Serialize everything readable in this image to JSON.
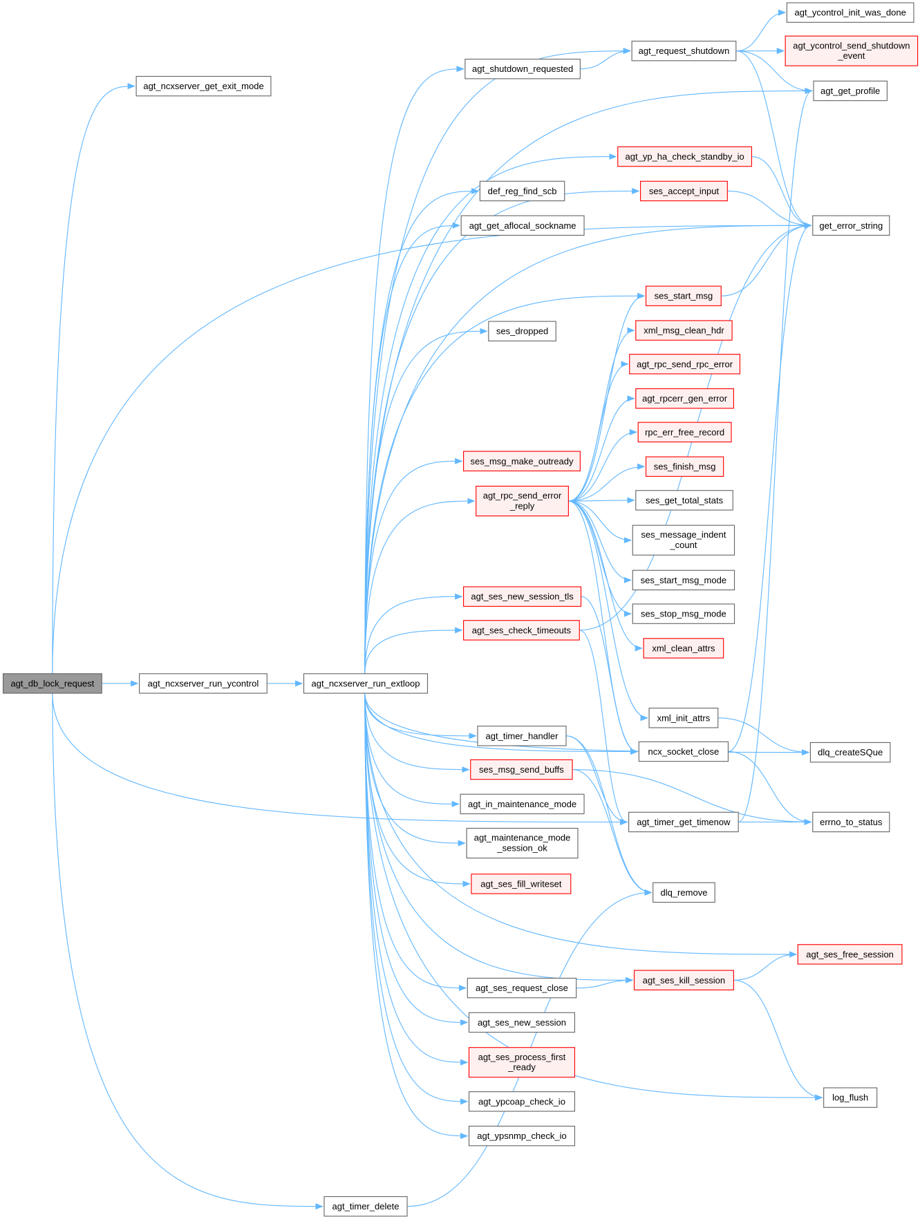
{
  "colors": {
    "edge": "#63B8FF",
    "root_fill": "#999999",
    "root_stroke": "#666666",
    "node_stroke": "#666666",
    "red_fill": "#FFF0F0",
    "red_stroke": "#FF0000"
  },
  "nodes": [
    {
      "id": "db_lock",
      "lines": [
        "agt_db_lock_request"
      ],
      "kind": "root"
    },
    {
      "id": "exit_mode",
      "lines": [
        "agt_ncxserver_get_exit_mode"
      ],
      "kind": "normal"
    },
    {
      "id": "ycontrol",
      "lines": [
        "agt_ncxserver_run_ycontrol"
      ],
      "kind": "normal"
    },
    {
      "id": "extloop",
      "lines": [
        "agt_ncxserver_run_extloop"
      ],
      "kind": "normal"
    },
    {
      "id": "timer_delete",
      "lines": [
        "agt_timer_delete"
      ],
      "kind": "normal"
    },
    {
      "id": "shutdown_req",
      "lines": [
        "agt_shutdown_requested"
      ],
      "kind": "normal"
    },
    {
      "id": "def_reg",
      "lines": [
        "def_reg_find_scb"
      ],
      "kind": "normal"
    },
    {
      "id": "aflocal",
      "lines": [
        "agt_get_aflocal_sockname"
      ],
      "kind": "normal"
    },
    {
      "id": "ses_dropped",
      "lines": [
        "ses_dropped"
      ],
      "kind": "normal"
    },
    {
      "id": "outready",
      "lines": [
        "ses_msg_make_outready"
      ],
      "kind": "red"
    },
    {
      "id": "err_reply",
      "lines": [
        "agt_rpc_send_error",
        "_reply"
      ],
      "kind": "red"
    },
    {
      "id": "new_tls",
      "lines": [
        "agt_ses_new_session_tls"
      ],
      "kind": "red"
    },
    {
      "id": "check_to",
      "lines": [
        "agt_ses_check_timeouts"
      ],
      "kind": "red"
    },
    {
      "id": "timer_handler",
      "lines": [
        "agt_timer_handler"
      ],
      "kind": "normal"
    },
    {
      "id": "send_buffs",
      "lines": [
        "ses_msg_send_buffs"
      ],
      "kind": "red"
    },
    {
      "id": "in_maint",
      "lines": [
        "agt_in_maintenance_mode"
      ],
      "kind": "normal"
    },
    {
      "id": "maint_ok",
      "lines": [
        "agt_maintenance_mode",
        "_session_ok"
      ],
      "kind": "normal"
    },
    {
      "id": "fill_ws",
      "lines": [
        "agt_ses_fill_writeset"
      ],
      "kind": "red"
    },
    {
      "id": "req_close",
      "lines": [
        "agt_ses_request_close"
      ],
      "kind": "normal"
    },
    {
      "id": "new_session",
      "lines": [
        "agt_ses_new_session"
      ],
      "kind": "normal"
    },
    {
      "id": "first_ready",
      "lines": [
        "agt_ses_process_first",
        "_ready"
      ],
      "kind": "red"
    },
    {
      "id": "ypcoap",
      "lines": [
        "agt_ypcoap_check_io"
      ],
      "kind": "normal"
    },
    {
      "id": "ypsnmp",
      "lines": [
        "agt_ypsnmp_check_io"
      ],
      "kind": "normal"
    },
    {
      "id": "req_shutdown",
      "lines": [
        "agt_request_shutdown"
      ],
      "kind": "normal"
    },
    {
      "id": "yp_ha",
      "lines": [
        "agt_yp_ha_check_standby_io"
      ],
      "kind": "red"
    },
    {
      "id": "accept_input",
      "lines": [
        "ses_accept_input"
      ],
      "kind": "red"
    },
    {
      "id": "start_msg",
      "lines": [
        "ses_start_msg"
      ],
      "kind": "red"
    },
    {
      "id": "clean_hdr",
      "lines": [
        "xml_msg_clean_hdr"
      ],
      "kind": "red"
    },
    {
      "id": "rpc_error",
      "lines": [
        "agt_rpc_send_rpc_error"
      ],
      "kind": "red"
    },
    {
      "id": "gen_error",
      "lines": [
        "agt_rpcerr_gen_error"
      ],
      "kind": "red"
    },
    {
      "id": "free_record",
      "lines": [
        "rpc_err_free_record"
      ],
      "kind": "red"
    },
    {
      "id": "finish_msg",
      "lines": [
        "ses_finish_msg"
      ],
      "kind": "red"
    },
    {
      "id": "total_stats",
      "lines": [
        "ses_get_total_stats"
      ],
      "kind": "normal"
    },
    {
      "id": "indent",
      "lines": [
        "ses_message_indent",
        "_count"
      ],
      "kind": "normal"
    },
    {
      "id": "start_mode",
      "lines": [
        "ses_start_msg_mode"
      ],
      "kind": "normal"
    },
    {
      "id": "stop_mode",
      "lines": [
        "ses_stop_msg_mode"
      ],
      "kind": "normal"
    },
    {
      "id": "clean_attrs",
      "lines": [
        "xml_clean_attrs"
      ],
      "kind": "red"
    },
    {
      "id": "init_attrs",
      "lines": [
        "xml_init_attrs"
      ],
      "kind": "normal"
    },
    {
      "id": "sock_close",
      "lines": [
        "ncx_socket_close"
      ],
      "kind": "normal"
    },
    {
      "id": "timenow",
      "lines": [
        "agt_timer_get_timenow"
      ],
      "kind": "normal"
    },
    {
      "id": "dlq_remove",
      "lines": [
        "dlq_remove"
      ],
      "kind": "normal"
    },
    {
      "id": "kill",
      "lines": [
        "agt_ses_kill_session"
      ],
      "kind": "red"
    },
    {
      "id": "init_done",
      "lines": [
        "agt_ycontrol_init_was_done"
      ],
      "kind": "normal"
    },
    {
      "id": "shutdown_evt",
      "lines": [
        "agt_ycontrol_send_shutdown",
        "_event"
      ],
      "kind": "red"
    },
    {
      "id": "get_profile",
      "lines": [
        "agt_get_profile"
      ],
      "kind": "normal"
    },
    {
      "id": "err_string",
      "lines": [
        "get_error_string"
      ],
      "kind": "normal"
    },
    {
      "id": "createSQue",
      "lines": [
        "dlq_createSQue"
      ],
      "kind": "normal"
    },
    {
      "id": "errno",
      "lines": [
        "errno_to_status"
      ],
      "kind": "normal"
    },
    {
      "id": "free_session",
      "lines": [
        "agt_ses_free_session"
      ],
      "kind": "red"
    },
    {
      "id": "log_flush",
      "lines": [
        "log_flush"
      ],
      "kind": "normal"
    }
  ],
  "edges": [
    [
      "db_lock",
      "exit_mode"
    ],
    [
      "db_lock",
      "ycontrol"
    ],
    [
      "db_lock",
      "err_string"
    ],
    [
      "db_lock",
      "timenow"
    ],
    [
      "db_lock",
      "timer_delete"
    ],
    [
      "ycontrol",
      "extloop"
    ],
    [
      "extloop",
      "shutdown_req"
    ],
    [
      "extloop",
      "req_shutdown"
    ],
    [
      "extloop",
      "get_profile"
    ],
    [
      "extloop",
      "yp_ha"
    ],
    [
      "extloop",
      "def_reg"
    ],
    [
      "extloop",
      "aflocal"
    ],
    [
      "extloop",
      "accept_input"
    ],
    [
      "extloop",
      "err_string"
    ],
    [
      "extloop",
      "ses_dropped"
    ],
    [
      "extloop",
      "start_msg"
    ],
    [
      "extloop",
      "outready"
    ],
    [
      "extloop",
      "err_reply"
    ],
    [
      "extloop",
      "new_tls"
    ],
    [
      "extloop",
      "check_to"
    ],
    [
      "extloop",
      "sock_close"
    ],
    [
      "extloop",
      "createSQue"
    ],
    [
      "extloop",
      "timer_handler"
    ],
    [
      "extloop",
      "send_buffs"
    ],
    [
      "extloop",
      "in_maint"
    ],
    [
      "extloop",
      "maint_ok"
    ],
    [
      "extloop",
      "fill_ws"
    ],
    [
      "extloop",
      "free_session"
    ],
    [
      "extloop",
      "kill"
    ],
    [
      "extloop",
      "req_close"
    ],
    [
      "extloop",
      "new_session"
    ],
    [
      "extloop",
      "first_ready"
    ],
    [
      "extloop",
      "ypcoap"
    ],
    [
      "extloop",
      "ypsnmp"
    ],
    [
      "extloop",
      "log_flush"
    ],
    [
      "shutdown_req",
      "req_shutdown"
    ],
    [
      "req_shutdown",
      "init_done"
    ],
    [
      "req_shutdown",
      "shutdown_evt"
    ],
    [
      "req_shutdown",
      "get_profile"
    ],
    [
      "req_shutdown",
      "err_string"
    ],
    [
      "yp_ha",
      "err_string"
    ],
    [
      "accept_input",
      "err_string"
    ],
    [
      "start_msg",
      "err_string"
    ],
    [
      "err_reply",
      "start_msg"
    ],
    [
      "err_reply",
      "clean_hdr"
    ],
    [
      "err_reply",
      "rpc_error"
    ],
    [
      "err_reply",
      "gen_error"
    ],
    [
      "err_reply",
      "free_record"
    ],
    [
      "err_reply",
      "finish_msg"
    ],
    [
      "err_reply",
      "total_stats"
    ],
    [
      "err_reply",
      "indent"
    ],
    [
      "err_reply",
      "start_mode"
    ],
    [
      "err_reply",
      "stop_mode"
    ],
    [
      "err_reply",
      "clean_attrs"
    ],
    [
      "err_reply",
      "init_attrs"
    ],
    [
      "err_reply",
      "sock_close"
    ],
    [
      "new_tls",
      "sock_close"
    ],
    [
      "check_to",
      "err_string"
    ],
    [
      "check_to",
      "timenow"
    ],
    [
      "init_attrs",
      "createSQue"
    ],
    [
      "sock_close",
      "err_string"
    ],
    [
      "sock_close",
      "errno"
    ],
    [
      "timer_handler",
      "timenow"
    ],
    [
      "timer_handler",
      "dlq_remove"
    ],
    [
      "send_buffs",
      "errno"
    ],
    [
      "send_buffs",
      "dlq_remove"
    ],
    [
      "timenow",
      "get_profile"
    ],
    [
      "timenow",
      "errno"
    ],
    [
      "req_close",
      "kill"
    ],
    [
      "kill",
      "free_session"
    ],
    [
      "kill",
      "log_flush"
    ],
    [
      "timer_delete",
      "dlq_remove"
    ]
  ]
}
